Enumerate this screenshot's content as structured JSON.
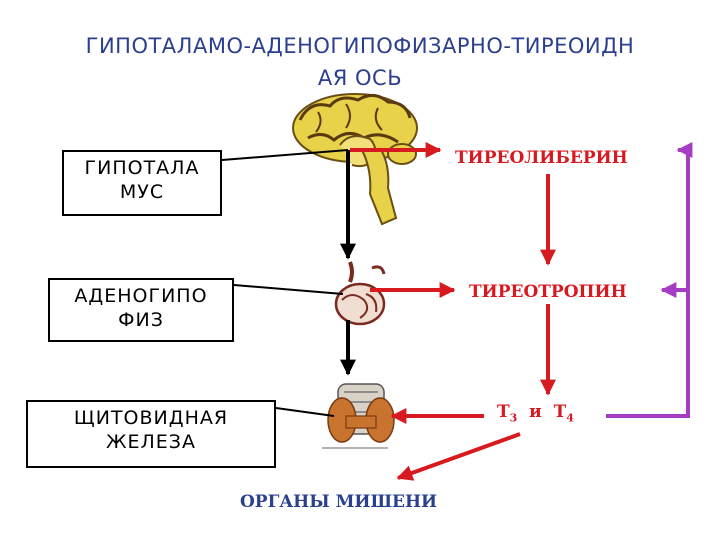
{
  "title": {
    "line1": "ГИПОТАЛАМО-АДЕНОГИПОФИЗАРНО-ТИРЕОИДН",
    "line2": "АЯ ОСЬ"
  },
  "boxes": {
    "hypothalamus": {
      "line1": "ГИПОТАЛА",
      "line2": "МУС"
    },
    "adenohypophysis": {
      "line1": "АДЕНОГИПО",
      "line2": "ФИЗ"
    },
    "thyroid": {
      "line1": "ЩИТОВИДНАЯ",
      "line2": "ЖЕЛЕЗА"
    }
  },
  "labels": {
    "thyroliberin": "ТИРЕОЛИБЕРИН",
    "thyrotropin": "ТИРЕОТРОПИН",
    "t3": "Т",
    "t3_sub": "3",
    "and": "и",
    "t4": "Т",
    "t4_sub": "4",
    "target_organs": "ОРГАНЫ  МИШЕНИ"
  },
  "colors": {
    "red": "#d71920",
    "purple": "#a63cc4",
    "title_blue": "#2b3f8f"
  }
}
